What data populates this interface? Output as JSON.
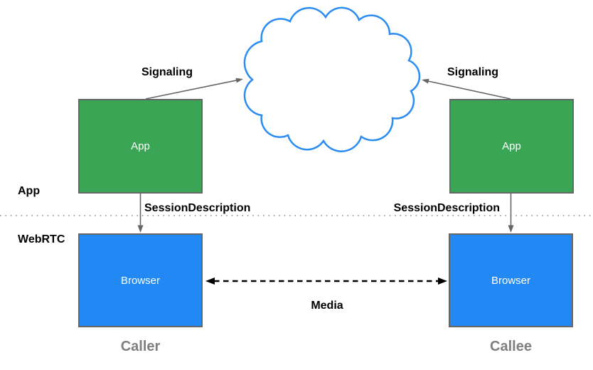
{
  "diagram_type": "webrtc-jsep-architecture",
  "colors": {
    "app_box_fill": "#3AA655",
    "browser_box_fill": "#2289F4",
    "box_border": "#666666",
    "cloud_stroke": "#2B8CF2",
    "signal_arrow": "#666666",
    "media_arrow": "#000000",
    "divider": "#8A8A8A",
    "role_label": "#7f7f7f",
    "background": "#ffffff"
  },
  "layers": {
    "top_label": "App",
    "bottom_label": "WebRTC"
  },
  "nodes": {
    "caller_app": {
      "label": "App"
    },
    "callee_app": {
      "label": "App"
    },
    "caller_browser": {
      "label": "Browser"
    },
    "callee_browser": {
      "label": "Browser"
    }
  },
  "edges": {
    "signaling_left": {
      "label": "Signaling"
    },
    "signaling_right": {
      "label": "Signaling"
    },
    "session_description_left": {
      "label": "SessionDescription"
    },
    "session_description_right": {
      "label": "SessionDescription"
    },
    "media": {
      "label": "Media"
    }
  },
  "roles": {
    "caller": {
      "label": "Caller"
    },
    "callee": {
      "label": "Callee"
    }
  }
}
